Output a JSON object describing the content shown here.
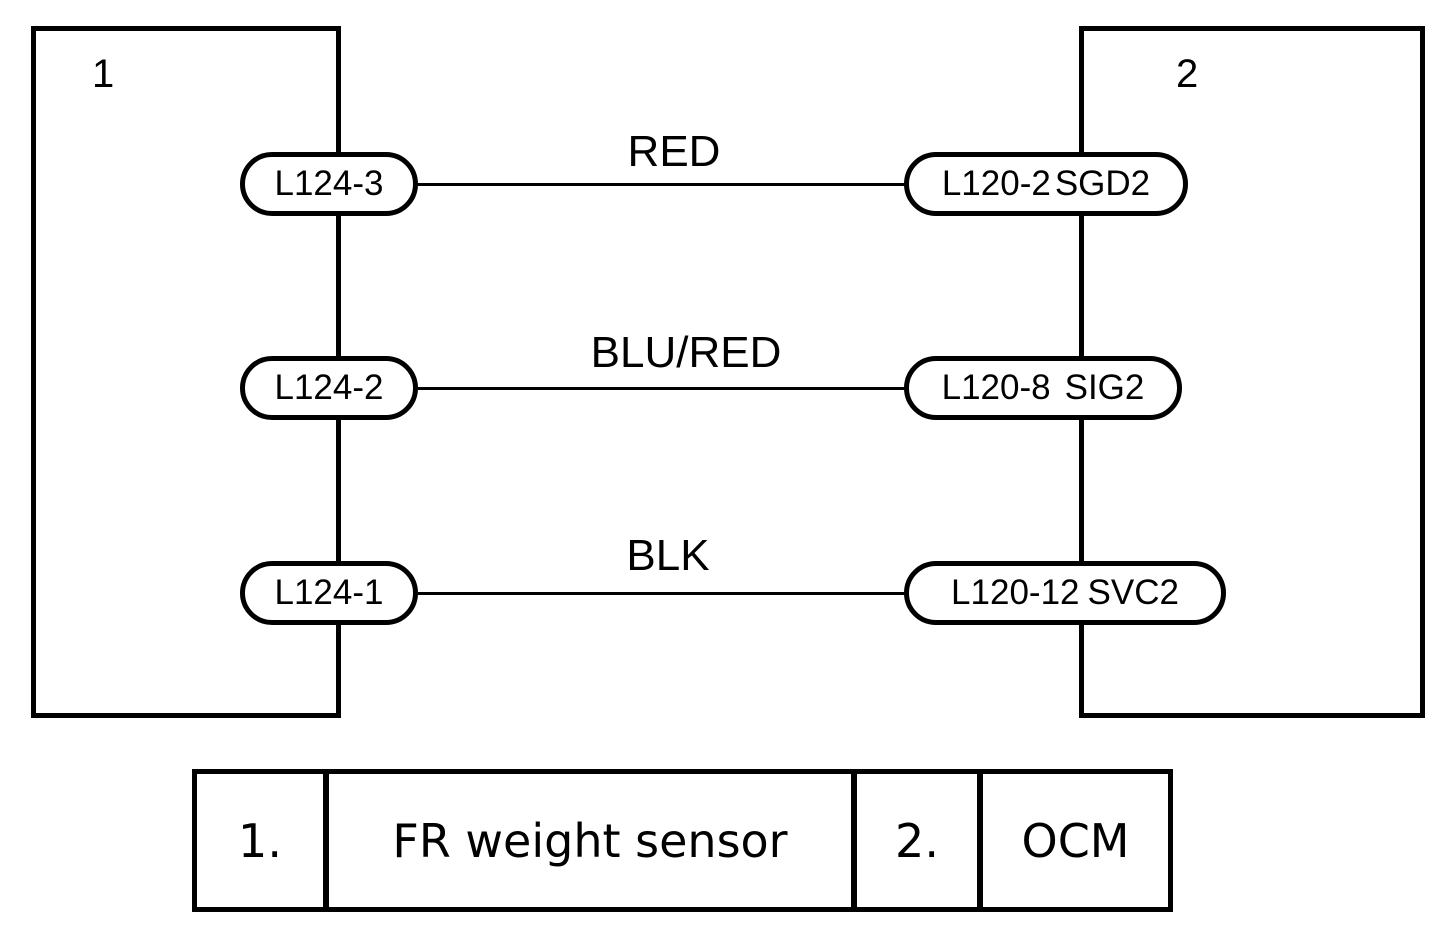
{
  "components": [
    {
      "number": "1",
      "legend_number": "1.",
      "name": "FR weight sensor"
    },
    {
      "number": "2",
      "legend_number": "2.",
      "name": "OCM"
    }
  ],
  "wires": [
    {
      "color": "RED",
      "from_pin": "L124-3",
      "to_pin": "L120-2",
      "to_signal": "SGD2"
    },
    {
      "color": "BLU/RED",
      "from_pin": "L124-2",
      "to_pin": "L120-8",
      "to_signal": "SIG2"
    },
    {
      "color": "BLK",
      "from_pin": "L124-1",
      "to_pin": "L120-12",
      "to_signal": "SVC2"
    }
  ]
}
